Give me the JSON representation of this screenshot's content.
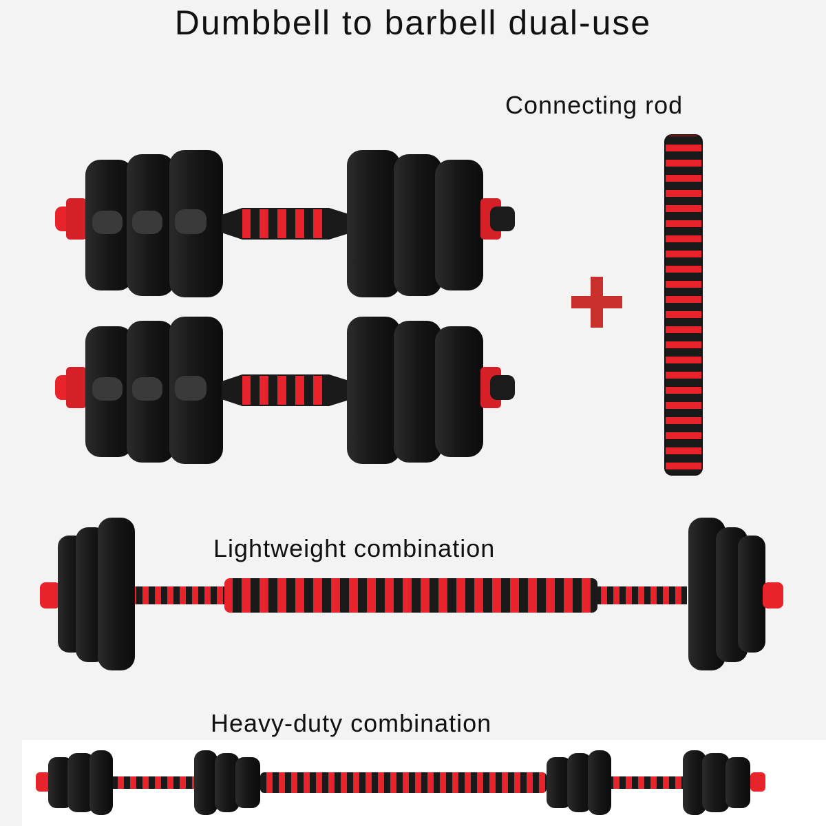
{
  "title": "Dumbbell to barbell dual-use",
  "labels": {
    "connecting_rod": "Connecting rod",
    "lightweight": "Lightweight combination",
    "heavy_duty": "Heavy-duty combination"
  },
  "colors": {
    "background": "#f3f3f3",
    "plate": "#1b1b1b",
    "accent_red": "#e8232a",
    "plus_red": "#c9302c",
    "text": "#111111"
  },
  "icons": {
    "plus": "plus-icon"
  }
}
